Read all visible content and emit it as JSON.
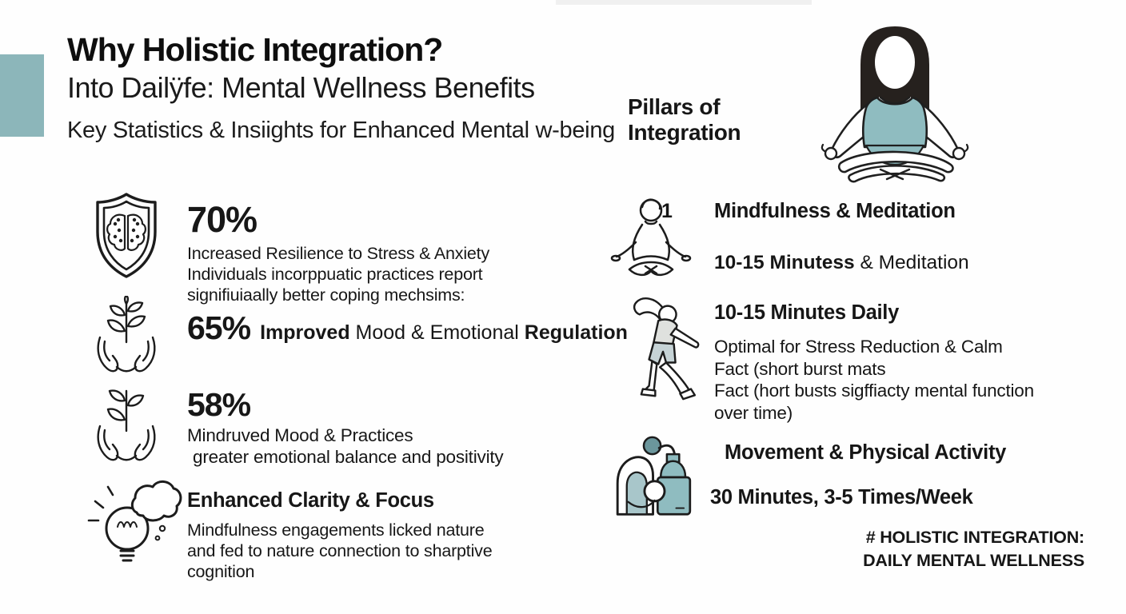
{
  "page": {
    "accent_color": "#8cb6ba",
    "text_color": "#161616"
  },
  "header": {
    "title": "Why Holistic Integration?",
    "subtitle": "Into Dailÿfe: Mental Wellness Benefits",
    "tagline": "Key Statistics & Insiights for Enhanced Mental w-being"
  },
  "stats": {
    "items": [
      {
        "icon": "brain-shield",
        "value": "70%",
        "lines": [
          "Increased Resilience to Stress & Anxiety",
          "Individuals incorppuatic practices report",
          "signifiuiaally better coping mechsims:"
        ]
      },
      {
        "icon": "hands-plant",
        "value": "65%",
        "label_bold1": "Improved ",
        "label_mid": "Mood & Emotional ",
        "label_bold2": "Regulation"
      },
      {
        "icon": "hands-plant",
        "value": "58%",
        "lines": [
          "Mindruved Mood & Practices",
          "greater emotional balance and positivity"
        ]
      },
      {
        "icon": "lightbulb-idea",
        "title": "Enhanced Clarity & Focus",
        "lines": [
          "Mindfulness engagements licked nature",
          "and fed to nature connection to sharptive",
          "cognition"
        ]
      }
    ]
  },
  "pillars": {
    "heading_line1": "Pillars of",
    "heading_line2": "Integration",
    "items": [
      {
        "number": "1",
        "icon": "meditating-person",
        "title": "Mindfulness & Meditation",
        "subtitle_bold": "10-15 Minutess ",
        "subtitle_rest": "& Meditation"
      },
      {
        "icon": "stretching-person",
        "title": "10-15 Minutes Daily",
        "lines": [
          "Optimal for Stress Reduction & Calm",
          "Fact (short burst mats",
          "Fact (hort busts sigffiacty mental function",
          "over time)"
        ]
      },
      {
        "icon": "person-with-bottle",
        "title": "Movement & Physical Activity",
        "subtitle": "30 Minutes, 3-5 Times/Week"
      }
    ]
  },
  "footer": {
    "hashtag_line1": "# HOLISTIC INTEGRATION:",
    "hashtag_line2": "DAILY MENTAL WELLNESS"
  }
}
